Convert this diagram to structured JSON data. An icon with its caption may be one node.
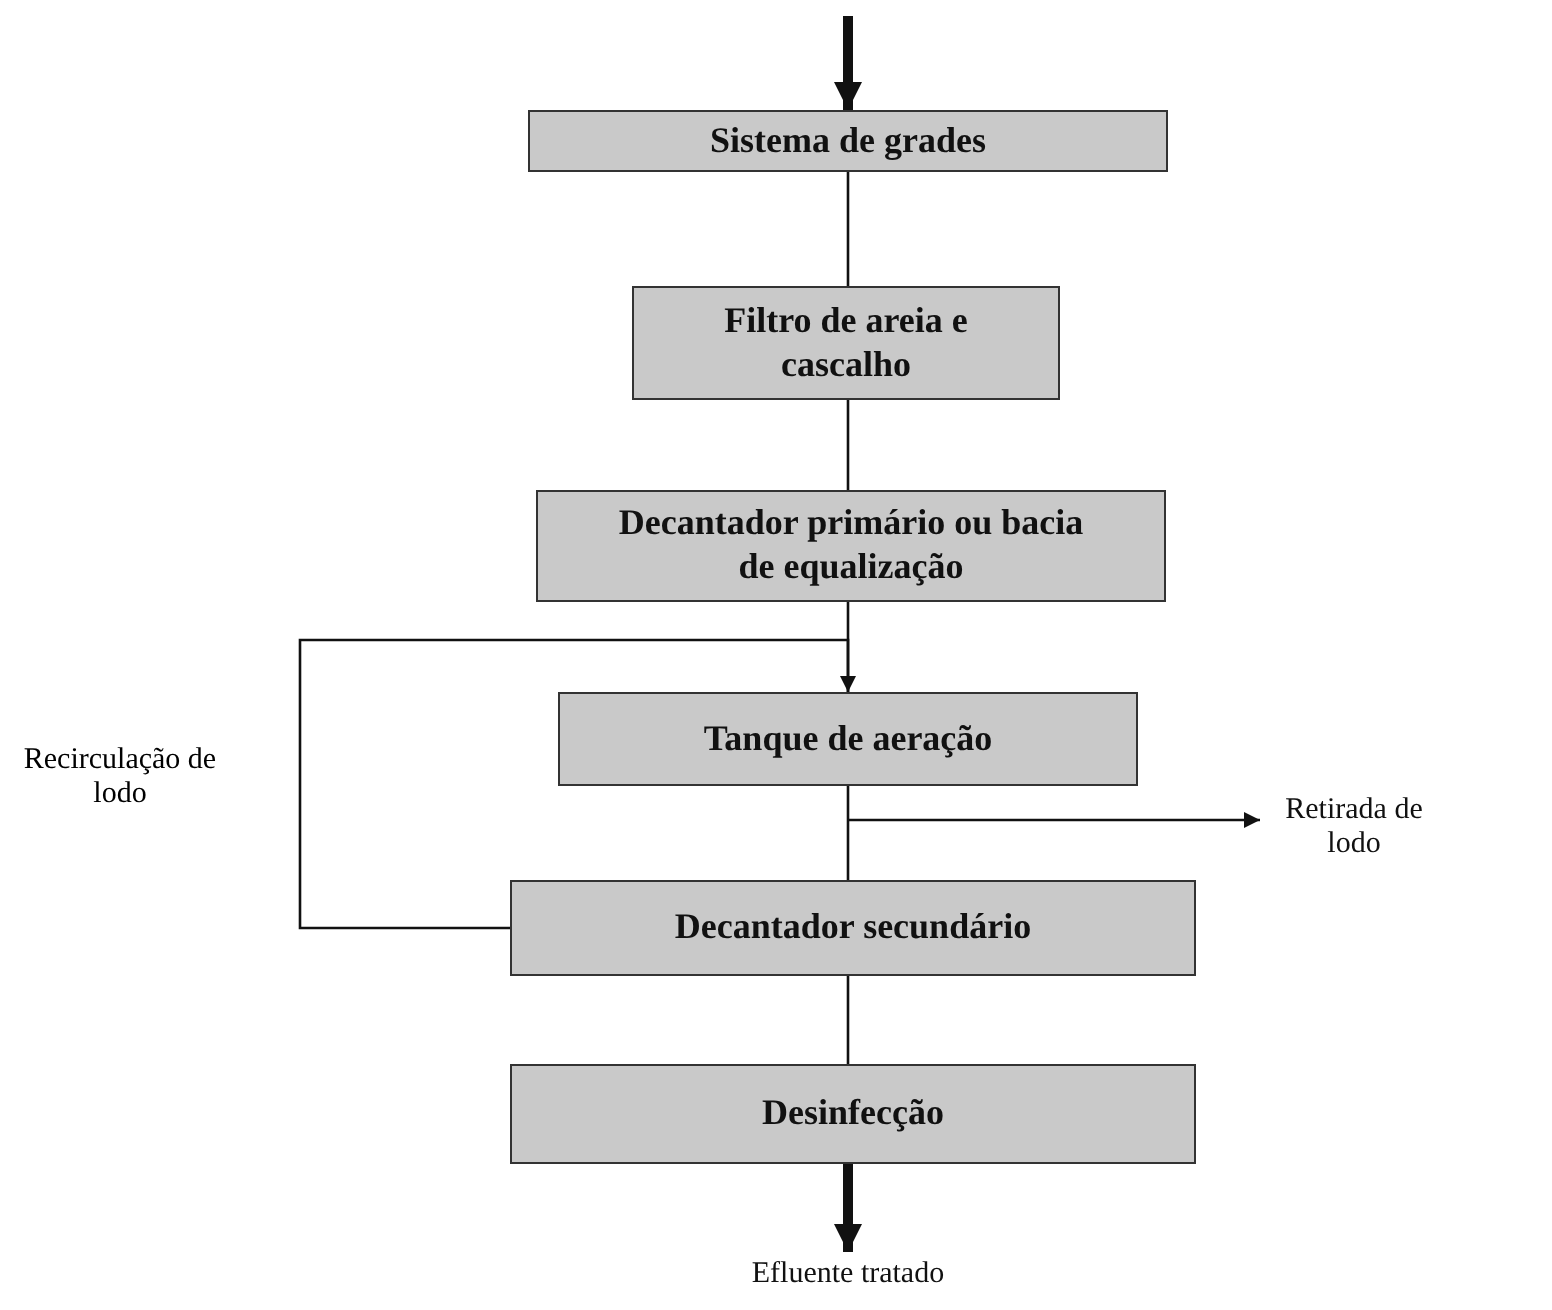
{
  "diagram": {
    "nodes": [
      {
        "text": [
          "Sistema de grades"
        ]
      },
      {
        "text": [
          "Filtro de areia e cascalho"
        ]
      },
      {
        "text": [
          "Decantador primário ou bacia de equalização"
        ]
      },
      {
        "text": [
          "Tanque de aeração"
        ]
      },
      {
        "text": [
          "Decantador secundário"
        ]
      },
      {
        "text": [
          "Desinfecção"
        ]
      },
      {
        "text": [
          "Efluente tratado"
        ]
      },
      {
        "text": [
          "Retirada de lodo"
        ]
      }
    ],
    "edges": [
      {
        "from": null,
        "to": 0,
        "arrow": "to",
        "style": "thick"
      },
      {
        "from": 0,
        "to": 1,
        "arrow": "none"
      },
      {
        "from": 1,
        "to": 2,
        "arrow": "none"
      },
      {
        "from": 2,
        "to": 3,
        "arrow": "none"
      },
      {
        "from": 3,
        "to": 4,
        "arrow": "none"
      },
      {
        "from": 4,
        "to": 3,
        "arrow": "to",
        "label": "Recirculação de lodo"
      },
      {
        "from": 3,
        "to": 7,
        "arrow": "to"
      },
      {
        "from": 4,
        "to": 5,
        "arrow": "none"
      },
      {
        "from": 5,
        "to": 6,
        "arrow": "to",
        "style": "thick"
      }
    ]
  }
}
